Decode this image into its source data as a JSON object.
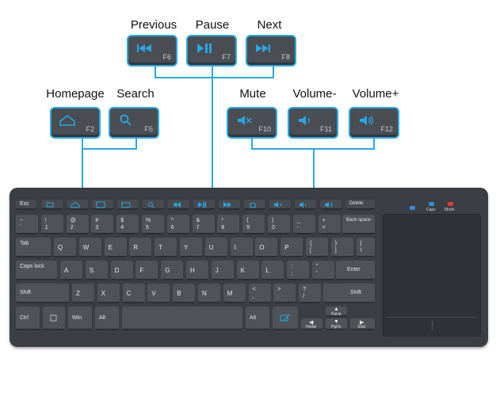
{
  "callouts": {
    "previous": {
      "label": "Previous",
      "fn": "F6",
      "icon": "previous-track-icon"
    },
    "pause": {
      "label": "Pause",
      "fn": "F7",
      "icon": "play-pause-icon"
    },
    "next": {
      "label": "Next",
      "fn": "F8",
      "icon": "next-track-icon"
    },
    "homepage": {
      "label": "Homepage",
      "fn": "F2",
      "icon": "home-icon"
    },
    "search": {
      "label": "Search",
      "fn": "F5",
      "icon": "search-icon"
    },
    "mute": {
      "label": "Mute",
      "fn": "F10",
      "icon": "mute-icon"
    },
    "volume_down": {
      "label": "Volume-",
      "fn": "F11",
      "icon": "volume-down-icon"
    },
    "volume_up": {
      "label": "Volume+",
      "fn": "F12",
      "icon": "volume-up-icon"
    }
  },
  "colors": {
    "accent": "#26a9e6",
    "key": "#4f5257",
    "body": "#3b3e43",
    "caps_led": "#2f8fe0",
    "mode_led": "#e03a3a"
  },
  "indicators": {
    "caps": "Caps",
    "mode": "Mode"
  },
  "keys": {
    "esc": "Esc",
    "delete": "Delete",
    "row1": [
      {
        "top": "~",
        "bottom": "`"
      },
      {
        "top": "!",
        "bottom": "1"
      },
      {
        "top": "@",
        "bottom": "2"
      },
      {
        "top": "#",
        "bottom": "3"
      },
      {
        "top": "$",
        "bottom": "4"
      },
      {
        "top": "%",
        "bottom": "5"
      },
      {
        "top": "^",
        "bottom": "6"
      },
      {
        "top": "&",
        "bottom": "7"
      },
      {
        "top": "*",
        "bottom": "8"
      },
      {
        "top": "(",
        "bottom": "9"
      },
      {
        "top": ")",
        "bottom": "0"
      },
      {
        "top": "_",
        "bottom": "-"
      },
      {
        "top": "+",
        "bottom": "="
      }
    ],
    "backspace": "Back space",
    "tab": "Tab",
    "row2": [
      "Q",
      "W",
      "E",
      "R",
      "T",
      "Y",
      "U",
      "I",
      "O",
      "P"
    ],
    "row2_sym": [
      {
        "top": "{",
        "bottom": "["
      },
      {
        "top": "}",
        "bottom": "]"
      },
      {
        "top": "|",
        "bottom": "\\"
      }
    ],
    "caps_lock": "Caps lock",
    "row3": [
      "A",
      "S",
      "D",
      "F",
      "G",
      "H",
      "J",
      "K",
      "L"
    ],
    "row3_sym": [
      {
        "top": ":",
        "bottom": ";"
      },
      {
        "top": "\"",
        "bottom": "'"
      }
    ],
    "enter": "Enter",
    "shift_left": "Shift",
    "row4": [
      "Z",
      "X",
      "C",
      "V",
      "B",
      "N",
      "M"
    ],
    "row4_sym": [
      {
        "top": "<",
        "bottom": ","
      },
      {
        "top": ">",
        "bottom": "."
      },
      {
        "top": "?",
        "bottom": "/"
      }
    ],
    "shift_right": "Shift",
    "ctrl": "Ctrl",
    "win": "Win",
    "alt_left": "Alt",
    "alt_right": "Alt",
    "pgup": "PgUp",
    "home": "Home",
    "pgdn": "PgDn",
    "end": "End"
  }
}
